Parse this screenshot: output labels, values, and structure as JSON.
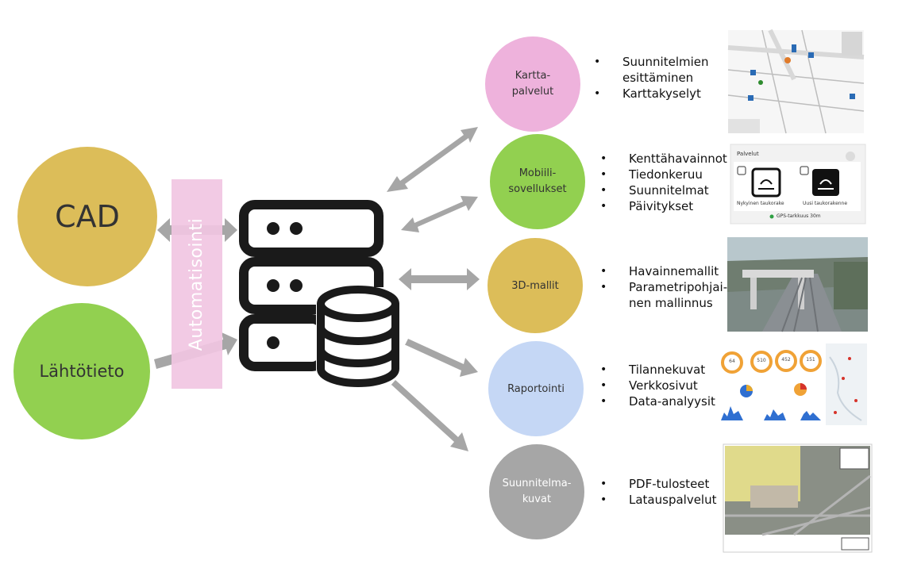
{
  "sources": {
    "cad": "CAD",
    "lahtotieto": "Lähtötieto"
  },
  "automation_label": "Automatisointi",
  "outputs": [
    {
      "label": "Kartta-\npalvelut",
      "color": "#eeb2dc",
      "bullets": [
        "Suunnitelmien esittäminen",
        "Karttakyselyt"
      ]
    },
    {
      "label": "Mobiili-\nsovellukset",
      "color": "#92d050",
      "bullets": [
        "Kenttähavainnot",
        "Tiedonkeruu",
        "Suunnitelmat",
        "Päivitykset"
      ]
    },
    {
      "label": "3D-mallit",
      "color": "#dcbd59",
      "bullets": [
        "Havainnemallit",
        "Parametripohjai-\nnen mallinnus"
      ]
    },
    {
      "label": "Raportointi",
      "color": "#c5d7f5",
      "bullets": [
        "Tilannekuvat",
        "Verkkosivut",
        "Data-analyysit"
      ]
    },
    {
      "label": "Suunnitelma-\nkuvat",
      "color": "#a6a6a6",
      "bullets": [
        "PDF-tulosteet",
        "Latauspalvelut"
      ]
    }
  ],
  "mobile_app": {
    "header": "Palvelut",
    "card1": "Nykyinen taukorake",
    "card2": "Uusi taukorakenne",
    "status": "GPS-tarkkuus 30m"
  },
  "report_kpis": [
    "64",
    "510",
    "452",
    "151"
  ],
  "colors": {
    "cad": "#dcbd59",
    "lahtotieto": "#92d050",
    "automation": "#f1c6e2",
    "arrow": "#a6a6a6",
    "database": "#1a1a1a"
  }
}
